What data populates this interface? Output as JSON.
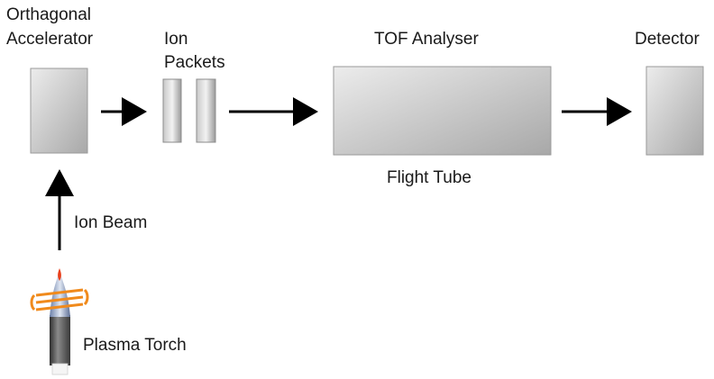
{
  "labels": {
    "accelerator_line1": "Orthagonal",
    "accelerator_line2": "Accelerator",
    "packets_line1": "Ion",
    "packets_line2": "Packets",
    "analyser": "TOF Analyser",
    "detector": "Detector",
    "flight_tube": "Flight Tube",
    "ion_beam": "Ion Beam",
    "plasma_torch": "Plasma Torch"
  },
  "colors": {
    "box_light": "#e6e6e6",
    "box_dark": "#a9a9a9",
    "arrow": "#000000",
    "coil": "#f08a1c",
    "flame": "#e8401c",
    "torch_body": "#4d4d4d"
  }
}
